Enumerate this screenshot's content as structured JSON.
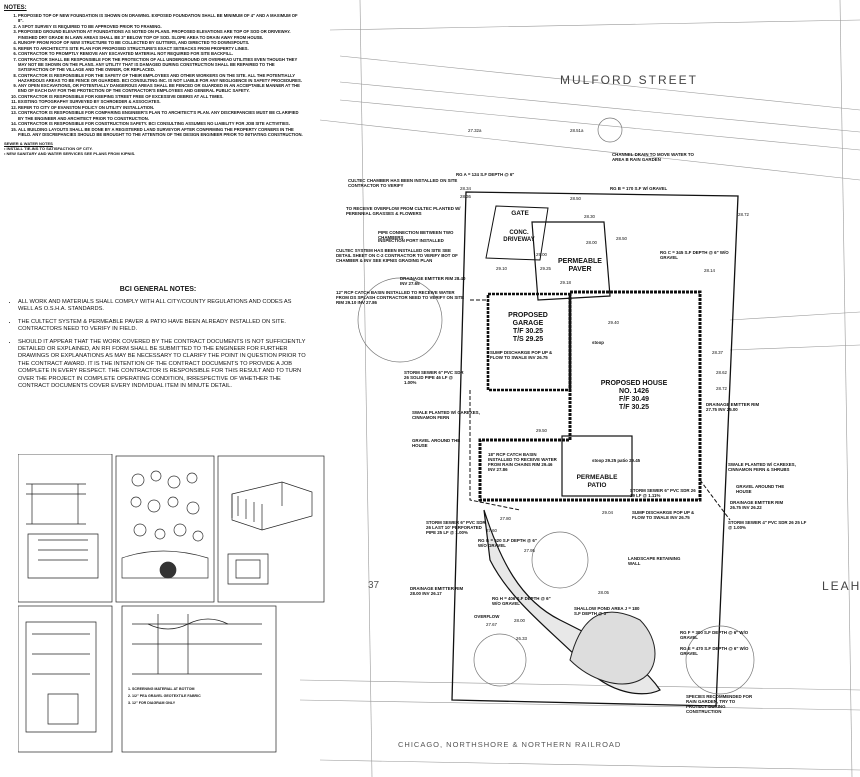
{
  "notes": {
    "title": "NOTES:",
    "items": [
      "PROPOSED TOP OF NEW FOUNDATION IS SHOWN ON DRAWING. EXPOSED FOUNDATION SHALL BE MINIMUM OF 4\" AND A MAXIMUM OF 8\".",
      "A SPOT SURVEY IS REQUIRED TO BE APPROVED PRIOR TO FRAMING.",
      "PROPOSED GROUND ELEVATION AT FOUNDATIONS AS NOTED ON PLANS. PROPOSED ELEVATIONS ARE TOP OF SOD OR DRIVEWAY. FINISHED DRY GRADE IN LAWN AREAS SHALL BE 3\" BELOW TOP OF SOD. SLOPE AREA TO DRAIN AWAY FROM HOUSE.",
      "RUNOFF FROM ROOF OF NEW STRUCTURE TO BE COLLECTED BY GUTTERS, AND DIRECTED TO DOWNSPOUTS.",
      "REFER TO ARCHITECT'S SITE PLAN FOR PROPOSED STRUCTURE'S EXACT SETBACKS FROM PROPERTY LINES.",
      "CONTRACTOR TO PROMPTLY REMOVE ANY EXCAVATED MATERIAL NOT REQUIRED FOR SITE BACKFILL.",
      "CONTRACTOR SHALL BE RESPONSIBLE FOR THE PROTECTION OF ALL UNDERGROUND OR OVERHEAD UTILITIES EVEN THOUGH THEY MAY NOT BE SHOWN ON THE PLANS. ANY UTILITY THAT IS DAMAGED DURING CONSTRUCTION SHALL BE REPAIRED TO THE SATISFACTION OF THE VILLAGE AND THE OWNER, OR REPLACED.",
      "CONTRACTOR IS RESPONSIBLE FOR THE SAFETY OF THEIR EMPLOYEES AND OTHER WORKERS ON THE SITE. ALL THE POTENTIALLY HAZARDOUS AREAS TO BE FENCE OR GUARDED. BCI CONSULTING INC. IS NOT LIABLE FOR ANY NEGLIGENCE IN SAFETY PROCEDURES.",
      "ANY OPEN EXCAVATIONS, OR POTENTIALLY DANGEROUS AREAS SHALL BE FENCED OR GUARDED IN AN ACCEPTABLE MANNER AT THE END OF EACH DAY FOR THE PROTECTION OF THE CONTRACTOR'S EMPLOYEES AND GENERAL PUBLIC SAFETY.",
      "CONTRACTOR IS RESPONSIBLE FOR KEEPING STREET FREE OF EXCESSIVE DEBRIS AT ALL TIMES.",
      "EXISTING TOPOGRAPHY SURVEYED BY SCHROEDER & ASSOCIATES.",
      "REFER TO CITY OF EVANSTON POLICY ON UTILITY INSTALLATION.",
      "CONTRACTOR IS RESPONSIBLE FOR COMPARING ENGINEER'S PLAN TO ARCHITECT'S PLAN. ANY DISCREPANCIES MUST BE CLARIFIED BY THE ENGINEER AND ARCHITECT PRIOR TO CONSTRUCTION.",
      "CONTRACTOR IS RESPONSIBLE FOR CONSTRUCTION SAFETY. BCI CONSULTING ASSUMES NO LIABILITY FOR JOB SITE ACTIVITIES.",
      "ALL BUILDING LAYOUTS SHALL BE DONE BY A REGISTERED LAND SURVEYOR AFTER CONFIRMING THE PROPERTY CORNERS IN THE FIELD. ANY DISCREPANCIES SHOULD BE BROUGHT TO THE ATTENTION OF THE DESIGN ENGINEER PRIOR TO INITIATING CONSTRUCTION."
    ],
    "sewer_title": "SEWER & WATER NOTES",
    "sewer_items": [
      "INSTALL TIE-INS TO SATISFACTION OF CITY.",
      "NEW SANITARY AND WATER SERVICES SEE PLANS FROM KIPNIS."
    ]
  },
  "bci": {
    "title": "BCI GENERAL NOTES:",
    "items": [
      "ALL WORK AND MATERIALS SHALL COMPLY WITH ALL CITY/COUNTY REGULATIONS AND CODES AS WELL AS O.S.H.A. STANDARDS.",
      "THE CULTECT SYSTEM & PERMEABLE PAVER & PATIO HAVE BEEN ALREADY INSTALLED ON SITE. CONTRACTORS NEED TO VERIFY IN FIELD.",
      "SHOULD IT APPEAR THAT THE WORK COVERED BY THE CONTRACT DOCUMENTS IS NOT SUFFICIENTLY DETAILED OR EXPLAINED, AN RFI FORM SHALL BE SUBMITTED TO THE ENGINEER FOR FURTHER DRAWINGS OR EXPLANATIONS AS MAY BE NECESSARY TO CLARIFY THE POINT IN QUESTION PRIOR TO THE CONTRACT AWARD. IT IS THE INTENTION OF THE CONTRACT DOCUMENTS TO PROVIDE A JOB COMPLETE IN EVERY RESPECT. THE CONTRACTOR IS RESPONSIBLE FOR THIS RESULT AND TO TURN OVER THE PROJECT IN COMPLETE OPERATING CONDITION, IRRESPECTIVE OF WHETHER THE CONTRACT DOCUMENTS COVER EVERY INDIVIDUAL ITEM IN MINUTE DETAIL."
    ]
  },
  "plan": {
    "street_top": "MULFORD STREET",
    "street_right": "LEAH",
    "railroad": "CHICAGO, NORTHSHORE & NORTHERN RAILROAD",
    "lot_number": "37",
    "house": [
      "PROPOSED HOUSE",
      "NO. 1426",
      "F/F 30.49",
      "T/F 30.25"
    ],
    "garage": [
      "PROPOSED",
      "GARAGE",
      "T/F 30.25",
      "T/S 29.25"
    ],
    "paver": [
      "PERMEABLE",
      "PAVER"
    ],
    "patio": [
      "PERMEABLE",
      "PATIO"
    ],
    "gate": "GATE",
    "driveway": [
      "CONC.",
      "DRIVEWAY"
    ],
    "labels": [
      "CULTEC CHAMBER HAS BEEN INSTALLED ON SITE CONTRACTOR TO VERIFY",
      "TO RECEIVE OVERFLOW FROM CULTEC PLANTED W/ PERENNIAL GRASSES & FLOWERS",
      "PIPE CONNECTION BETWEEN TWO CHAMBERS",
      "INSPECTION PORT INSTALLED",
      "CULTEC SYSTEM HAS BEEN INSTALLED ON SITE SEE DETAIL SHEET ON C-2 CONTRACTOR TO VERIFY BOT OF CHAMBER & INV SEE KIPNIS GRADING PLAN",
      "DRAINAGE EMITTER RIM 28.40 INV 27.65",
      "12\" RCP CATCH BASIN INSTALLED TO RECEIVE WATER FROM DS SPLASH CONTRACTOR NEED TO VERIFY ON SITE RIM 29.10 INV 27.86",
      "STORM SEWER 6\" PVC SDR 26 SOLID PIPE 46 LF @ 1.00%",
      "SWALE PLANTED W/ CAREXES, CINNAMON FERN",
      "GRAVEL AROUND THE HOUSE",
      "SUMP DISCHARGE POP UP & FLOW TO SWALE INV 26.75",
      "18\" RCP CATCH BASIN INSTALLED TO RECEIVE WATER FROM RAIN CHAINS RIM 29.46 INV 27.86",
      "STORM SEWER 6\" PVC SDR 26 LAST 10' PERFORATED PIPE 25 LF @ 1.00%",
      "DRAINAGE EMITTER RIM 28.00 INV 26.17",
      "RG G = 520 S.F DEPTH @ 6\" W/O GRAVEL",
      "RG H = 406 S.F DEPTH @ 6\" W/O GRAVEL",
      "SHALLOW POND AREA J = 180 S.F DEPTH @ 3\"",
      "OVERFLOW",
      "RG A = 124 S.F DEPTH @ 6\"",
      "CHANNEL DRAIN TO MOVE WATER TO AREA B RAIN GARDEN",
      "RG B = 170 S.F W/ GRAVEL",
      "RG C = 345 S.F DEPTH @ 6\" W/O GRAVEL",
      "SWALE PLANTED W/ CAREXES, CINNAMON FERN & SHRUBS",
      "GRAVEL AROUND THE HOUSE",
      "DRAINAGE EMITTER RIM 26.75 INV 26.22",
      "STORM SEWER 4\" PVC SDR 26 25 LF @ 1.00%",
      "STORM SEWER 6\" PVC SDR 26 19 LF @ 1.11%",
      "SUMP DISCHARGE POP UP & FLOW TO SWALE INV 26.75",
      "LANDSCAPE RETAINING WALL",
      "RG F = 300 S.F DEPTH @ 6\" W/O GRAVEL",
      "RG E = 470 S.F DEPTH @ 6\" W/O GRAVEL",
      "SPECIES RECOMMENDED FOR RAIN GARDEN, TRY TO PROTECT DURING CONSTRUCTION",
      "DRAINAGE EMITTER RIM 27.75 INV 25.00",
      "stoop 29.25 patio 29.45",
      "stoop"
    ],
    "elevations": [
      "27.32a",
      "28.51a",
      "28.34",
      "28.36",
      "28.50",
      "28.72",
      "29.10",
      "29.25",
      "29.18",
      "28.00",
      "29.00",
      "28.30",
      "27.60",
      "27.80",
      "29.40",
      "29.50",
      "28.14",
      "28.05",
      "28.62",
      "29.04",
      "28.72",
      "28.50",
      "27.95",
      "28.00",
      "27.67",
      "26.33",
      "28.37"
    ]
  },
  "details": {
    "callouts": [
      "1. SCREENING MATERIAL AT BOTTOM",
      "2. 1/2\" PEA GRAVEL GEOTEXTILE FABRIC",
      "3. 12\" FOR DIAGRAM ONLY"
    ]
  }
}
